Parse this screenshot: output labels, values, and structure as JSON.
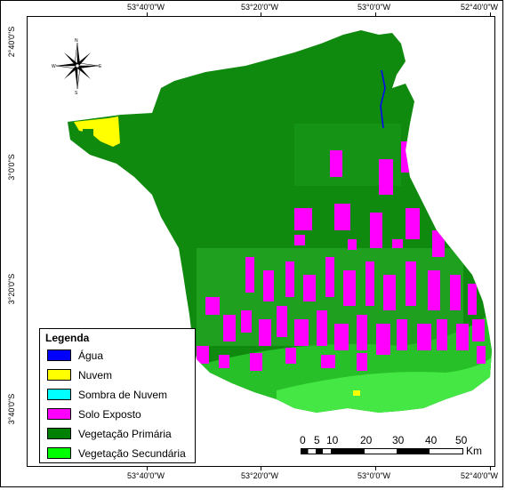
{
  "map": {
    "top_coords": [
      "53°40'0\"W",
      "53°20'0\"W",
      "53°0'0\"W",
      "52°40'0\"W"
    ],
    "bottom_coords": [
      "53°40'0\"W",
      "53°20'0\"W",
      "53°0'0\"W",
      "52°40'0\"W"
    ],
    "left_coords": [
      "2°40'0\"S",
      "3°0'0\"S",
      "3°20'0\"S",
      "3°40'0\"S"
    ]
  },
  "north_arrow": {
    "n": "N",
    "s": "S",
    "e": "E",
    "w": "W"
  },
  "legend": {
    "title": "Legenda",
    "items": [
      {
        "label": "Água",
        "color": "#0000ff"
      },
      {
        "label": "Nuvem",
        "color": "#ffff00"
      },
      {
        "label": "Sombra de Nuvem",
        "color": "#00ffff"
      },
      {
        "label": "Solo Exposto",
        "color": "#ff00ff"
      },
      {
        "label": "Vegetação Primária",
        "color": "#008000"
      },
      {
        "label": "Vegetação Secundária",
        "color": "#00ff00"
      }
    ]
  },
  "scale_bar": {
    "labels": [
      "0",
      "5",
      "10",
      "20",
      "30",
      "40",
      "50"
    ],
    "unit": "Km"
  }
}
